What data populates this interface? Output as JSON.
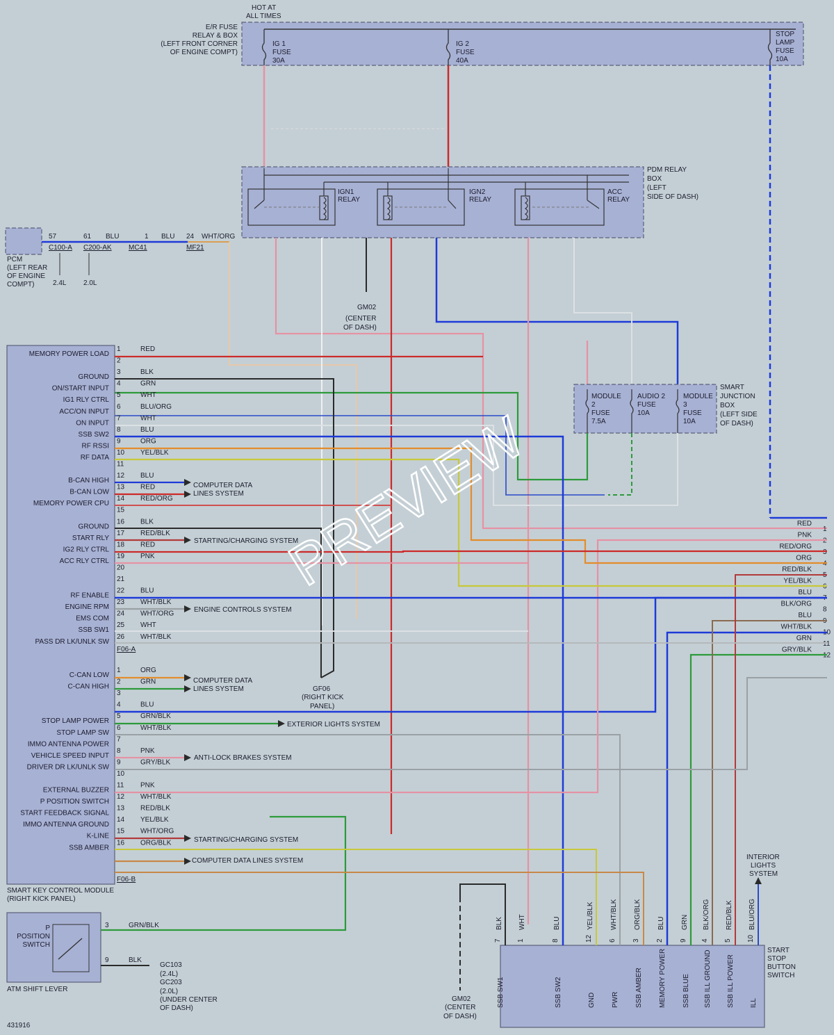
{
  "watermark": "PREVIEW",
  "doc_id": "431916",
  "top": {
    "hot_at": [
      "HOT AT",
      "ALL TIMES"
    ],
    "er_fuse_box": [
      "E/R FUSE",
      "RELAY & BOX",
      "(LEFT FRONT CORNER",
      "OF ENGINE COMPT)"
    ],
    "fuses": [
      {
        "lines": [
          "IG 1",
          "FUSE",
          "30A"
        ]
      },
      {
        "lines": [
          "IG 2",
          "FUSE",
          "40A"
        ]
      },
      {
        "lines": [
          "STOP",
          "LAMP",
          "FUSE",
          "10A"
        ]
      }
    ]
  },
  "pdm": {
    "title": [
      "PDM RELAY",
      "BOX",
      "(LEFT",
      "SIDE OF DASH)"
    ],
    "relays": [
      [
        "IGN1",
        "RELAY"
      ],
      [
        "IGN2",
        "RELAY"
      ],
      [
        "ACC",
        "RELAY"
      ]
    ]
  },
  "pcm": {
    "title": [
      "PCM",
      "(LEFT REAR",
      "OF ENGINE",
      "COMPT)"
    ],
    "pin_57": "57",
    "conn_c100": "C100-A",
    "pin_61": "61",
    "conn_c200": "C200-AK",
    "blu1": "BLU",
    "pin_1": "1",
    "blu2": "BLU",
    "pin_24": "24",
    "wht_org": "WHT/ORG",
    "conn_mc41": "MC41",
    "conn_mf21": "MF21",
    "v24": "2.4L",
    "v20": "2.0L"
  },
  "ground_gm02": [
    "GM02",
    "(CENTER",
    "OF DASH)"
  ],
  "ground_gf06": [
    "GF06",
    "(RIGHT KICK",
    "PANEL)"
  ],
  "ground_gc": [
    "GC103",
    "(2.4L)",
    "GC203",
    "(2.0L)",
    "(UNDER CENTER",
    "OF DASH)"
  ],
  "sjb": {
    "title": [
      "SMART",
      "JUNCTION",
      "BOX",
      "(LEFT SIDE",
      "OF DASH)"
    ],
    "fuses": [
      [
        "MODULE",
        "2",
        "FUSE",
        "7.5A"
      ],
      [
        "AUDIO 2",
        "FUSE",
        "10A"
      ],
      [
        "MODULE",
        "3",
        "FUSE",
        "10A"
      ]
    ]
  },
  "skcm": {
    "title": [
      "SMART KEY CONTROL MODULE",
      "(RIGHT KICK PANEL)"
    ],
    "conn_f06a": "F06-A",
    "conn_f06b": "F06-B",
    "pins": [
      {
        "n": "1",
        "label": "MEMORY POWER LOAD",
        "color": "RED"
      },
      {
        "n": "2",
        "label": "",
        "color": ""
      },
      {
        "n": "3",
        "label": "GROUND",
        "color": "BLK"
      },
      {
        "n": "4",
        "label": "ON/START INPUT",
        "color": "GRN"
      },
      {
        "n": "5",
        "label": "IG1 RLY CTRL",
        "color": "WHT"
      },
      {
        "n": "6",
        "label": "ACC/ON INPUT",
        "color": "BLU/ORG"
      },
      {
        "n": "7",
        "label": "ON INPUT",
        "color": "WHT"
      },
      {
        "n": "8",
        "label": "SSB SW2",
        "color": "BLU"
      },
      {
        "n": "9",
        "label": "RF RSSI",
        "color": "ORG"
      },
      {
        "n": "10",
        "label": "RF DATA",
        "color": "YEL/BLK"
      },
      {
        "n": "11",
        "label": "",
        "color": ""
      },
      {
        "n": "12",
        "label": "B-CAN HIGH",
        "color": "BLU"
      },
      {
        "n": "13",
        "label": "B-CAN LOW",
        "color": "RED"
      },
      {
        "n": "14",
        "label": "MEMORY POWER CPU",
        "color": "RED/ORG"
      },
      {
        "n": "15",
        "label": "",
        "color": ""
      },
      {
        "n": "16",
        "label": "GROUND",
        "color": "BLK"
      },
      {
        "n": "17",
        "label": "START RLY",
        "color": "RED/BLK"
      },
      {
        "n": "18",
        "label": "IG2 RLY CTRL",
        "color": "RED"
      },
      {
        "n": "19",
        "label": "ACC RLY CTRL",
        "color": "PNK"
      },
      {
        "n": "20",
        "label": "",
        "color": ""
      },
      {
        "n": "21",
        "label": "",
        "color": ""
      },
      {
        "n": "22",
        "label": "RF ENABLE",
        "color": "BLU"
      },
      {
        "n": "23",
        "label": "ENGINE RPM",
        "color": "WHT/BLK"
      },
      {
        "n": "24",
        "label": "EMS COM",
        "color": "WHT/ORG"
      },
      {
        "n": "25",
        "label": "SSB SW1",
        "color": "WHT"
      },
      {
        "n": "26",
        "label": "PASS DR LK/UNLK SW",
        "color": "WHT/BLK"
      }
    ],
    "pinsB": [
      {
        "n": "1",
        "label": "C-CAN LOW",
        "color": "ORG"
      },
      {
        "n": "2",
        "label": "C-CAN HIGH",
        "color": "GRN"
      },
      {
        "n": "3",
        "label": "",
        "color": ""
      },
      {
        "n": "4",
        "label": "",
        "color": "BLU"
      },
      {
        "n": "5",
        "label": "STOP LAMP POWER",
        "color": "GRN/BLK"
      },
      {
        "n": "6",
        "label": "STOP LAMP SW",
        "color": "WHT/BLK"
      },
      {
        "n": "7",
        "label": "IMMO ANTENNA POWER",
        "color": ""
      },
      {
        "n": "8",
        "label": "VEHICLE SPEED INPUT",
        "color": "PNK"
      },
      {
        "n": "9",
        "label": "DRIVER DR LK/UNLK SW",
        "color": "GRY/BLK"
      },
      {
        "n": "10",
        "label": "",
        "color": ""
      },
      {
        "n": "11",
        "label": "EXTERNAL BUZZER",
        "color": "PNK"
      },
      {
        "n": "12",
        "label": "P POSITION SWITCH",
        "color": "WHT/BLK"
      },
      {
        "n": "13",
        "label": "START FEEDBACK SIGNAL",
        "color": "RED/BLK"
      },
      {
        "n": "14",
        "label": "IMMO ANTENNA GROUND",
        "color": "YEL/BLK"
      },
      {
        "n": "15",
        "label": "K-LINE",
        "color": "WHT/ORG"
      },
      {
        "n": "16",
        "label": "SSB AMBER",
        "color": "ORG/BLK"
      }
    ]
  },
  "systems": {
    "computer_data": [
      "COMPUTER DATA",
      "LINES SYSTEM"
    ],
    "starting": "STARTING/CHARGING SYSTEM",
    "engine_controls": "ENGINE CONTROLS SYSTEM",
    "exterior_lights": "EXTERIOR LIGHTS SYSTEM",
    "antilock": "ANTI-LOCK BRAKES SYSTEM",
    "computer_data_single": "COMPUTER DATA LINES SYSTEM",
    "interior_lights": [
      "INTERIOR",
      "LIGHTS",
      "SYSTEM"
    ]
  },
  "right_edge": [
    {
      "n": "1",
      "color": "RED"
    },
    {
      "n": "2",
      "color": "PNK"
    },
    {
      "n": "3",
      "color": "RED/ORG"
    },
    {
      "n": "4",
      "color": "ORG"
    },
    {
      "n": "5",
      "color": "RED/BLK"
    },
    {
      "n": "6",
      "color": "YEL/BLK"
    },
    {
      "n": "7",
      "color": "BLU"
    },
    {
      "n": "8",
      "color": "BLK/ORG"
    },
    {
      "n": "9",
      "color": "BLU"
    },
    {
      "n": "10",
      "color": "WHT/BLK"
    },
    {
      "n": "11",
      "color": "GRN"
    },
    {
      "n": "12",
      "color": "GRY/BLK"
    }
  ],
  "shift": {
    "title": [
      "P",
      "POSITION",
      "SWITCH"
    ],
    "footer": "ATM SHIFT LEVER",
    "pin3": "3",
    "wire3": "GRN/BLK",
    "pin9": "9",
    "wire9": "BLK"
  },
  "ssb": {
    "title": [
      "START",
      "STOP",
      "BUTTON",
      "SWITCH"
    ],
    "pins": [
      {
        "n": "7",
        "color": "BLK",
        "func": "SSB SW1"
      },
      {
        "n": "1",
        "color": "WHT",
        "func": ""
      },
      {
        "n": "8",
        "color": "BLU",
        "func": "SSB SW2"
      },
      {
        "n": "12",
        "color": "YEL/BLK",
        "func": "GND"
      },
      {
        "n": "6",
        "color": "WHT/BLK",
        "func": "PWR"
      },
      {
        "n": "3",
        "color": "ORG/BLK",
        "func": "SSB AMBER"
      },
      {
        "n": "2",
        "color": "BLU",
        "func": "MEMORY POWER"
      },
      {
        "n": "9",
        "color": "GRN",
        "func": "SSB BLUE"
      },
      {
        "n": "4",
        "color": "BLK/ORG",
        "func": "SSB ILL GROUND"
      },
      {
        "n": "5",
        "color": "RED/BLK",
        "func": "SSB ILL POWER"
      },
      {
        "n": "10",
        "color": "BLU/ORG",
        "func": "ILL"
      }
    ]
  },
  "colors": {
    "RED": "#cc2a2a",
    "PNK": "#e592a4",
    "BLU": "#1e3ad8",
    "GRN": "#2c9a3a",
    "WHT": "#eef0f2",
    "BLK": "#2a2a2a",
    "ORG": "#e38d2c",
    "YEL": "#c8c83a",
    "GRY": "#8f9498",
    "BRN": "#8a5a2a",
    "box": "#a7b1d4",
    "bg": "#c4cfd5"
  }
}
